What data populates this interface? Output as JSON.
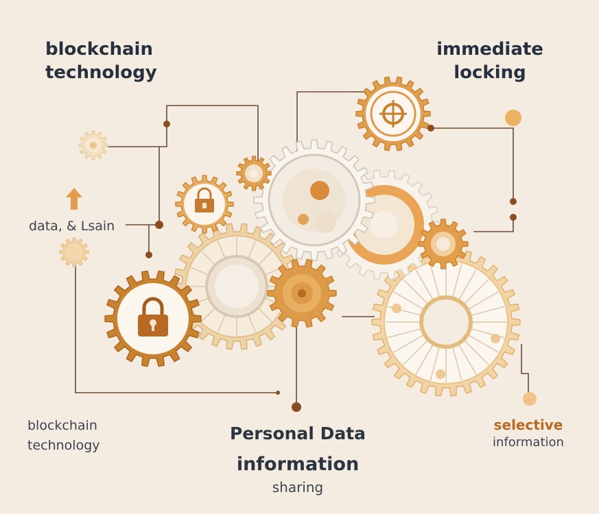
{
  "labels": {
    "top_left_line1": "blockchain",
    "top_left_line2": "technology",
    "top_right_line1": "immediate",
    "top_right_line2": "locking",
    "mid_left": "data, & Lsain",
    "bottom_left_line1": "blockchain",
    "bottom_left_line2": "technology",
    "bottom_center_line1": "Personal Data",
    "bottom_center_line2": "information",
    "bottom_center_line3": "sharing",
    "bottom_right_line1": "selective",
    "bottom_right_line2": "information"
  },
  "icons": {
    "lock": "padlock-icon",
    "arrow": "up-arrow-icon"
  },
  "colors": {
    "background": "#f4ebe1",
    "gear_light": "#f7f1e8",
    "gear_tan": "#ecd2a6",
    "gear_orange": "#e0a04c",
    "gear_dark": "#c7822e",
    "line": "#6b4a36",
    "dot": "#8a4d22",
    "text_dark": "#26303e",
    "accent_text": "#b86a22"
  }
}
